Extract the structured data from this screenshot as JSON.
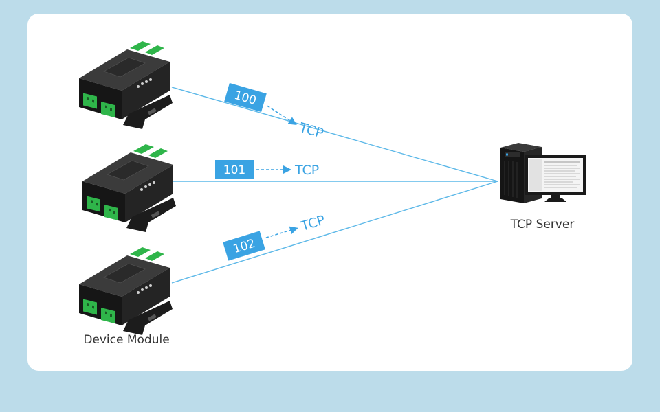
{
  "devices_label": "Device Module",
  "server_label": "TCP Server",
  "connections": [
    {
      "id": "100",
      "protocol": "TCP"
    },
    {
      "id": "101",
      "protocol": "TCP"
    },
    {
      "id": "102",
      "protocol": "TCP"
    }
  ],
  "colors": {
    "background": "#bcdcea",
    "card": "#ffffff",
    "accent": "#3aa3e3",
    "line": "#5cb8e8",
    "device_body": "#202020",
    "terminal_green": "#2fb54a",
    "text": "#333333"
  }
}
